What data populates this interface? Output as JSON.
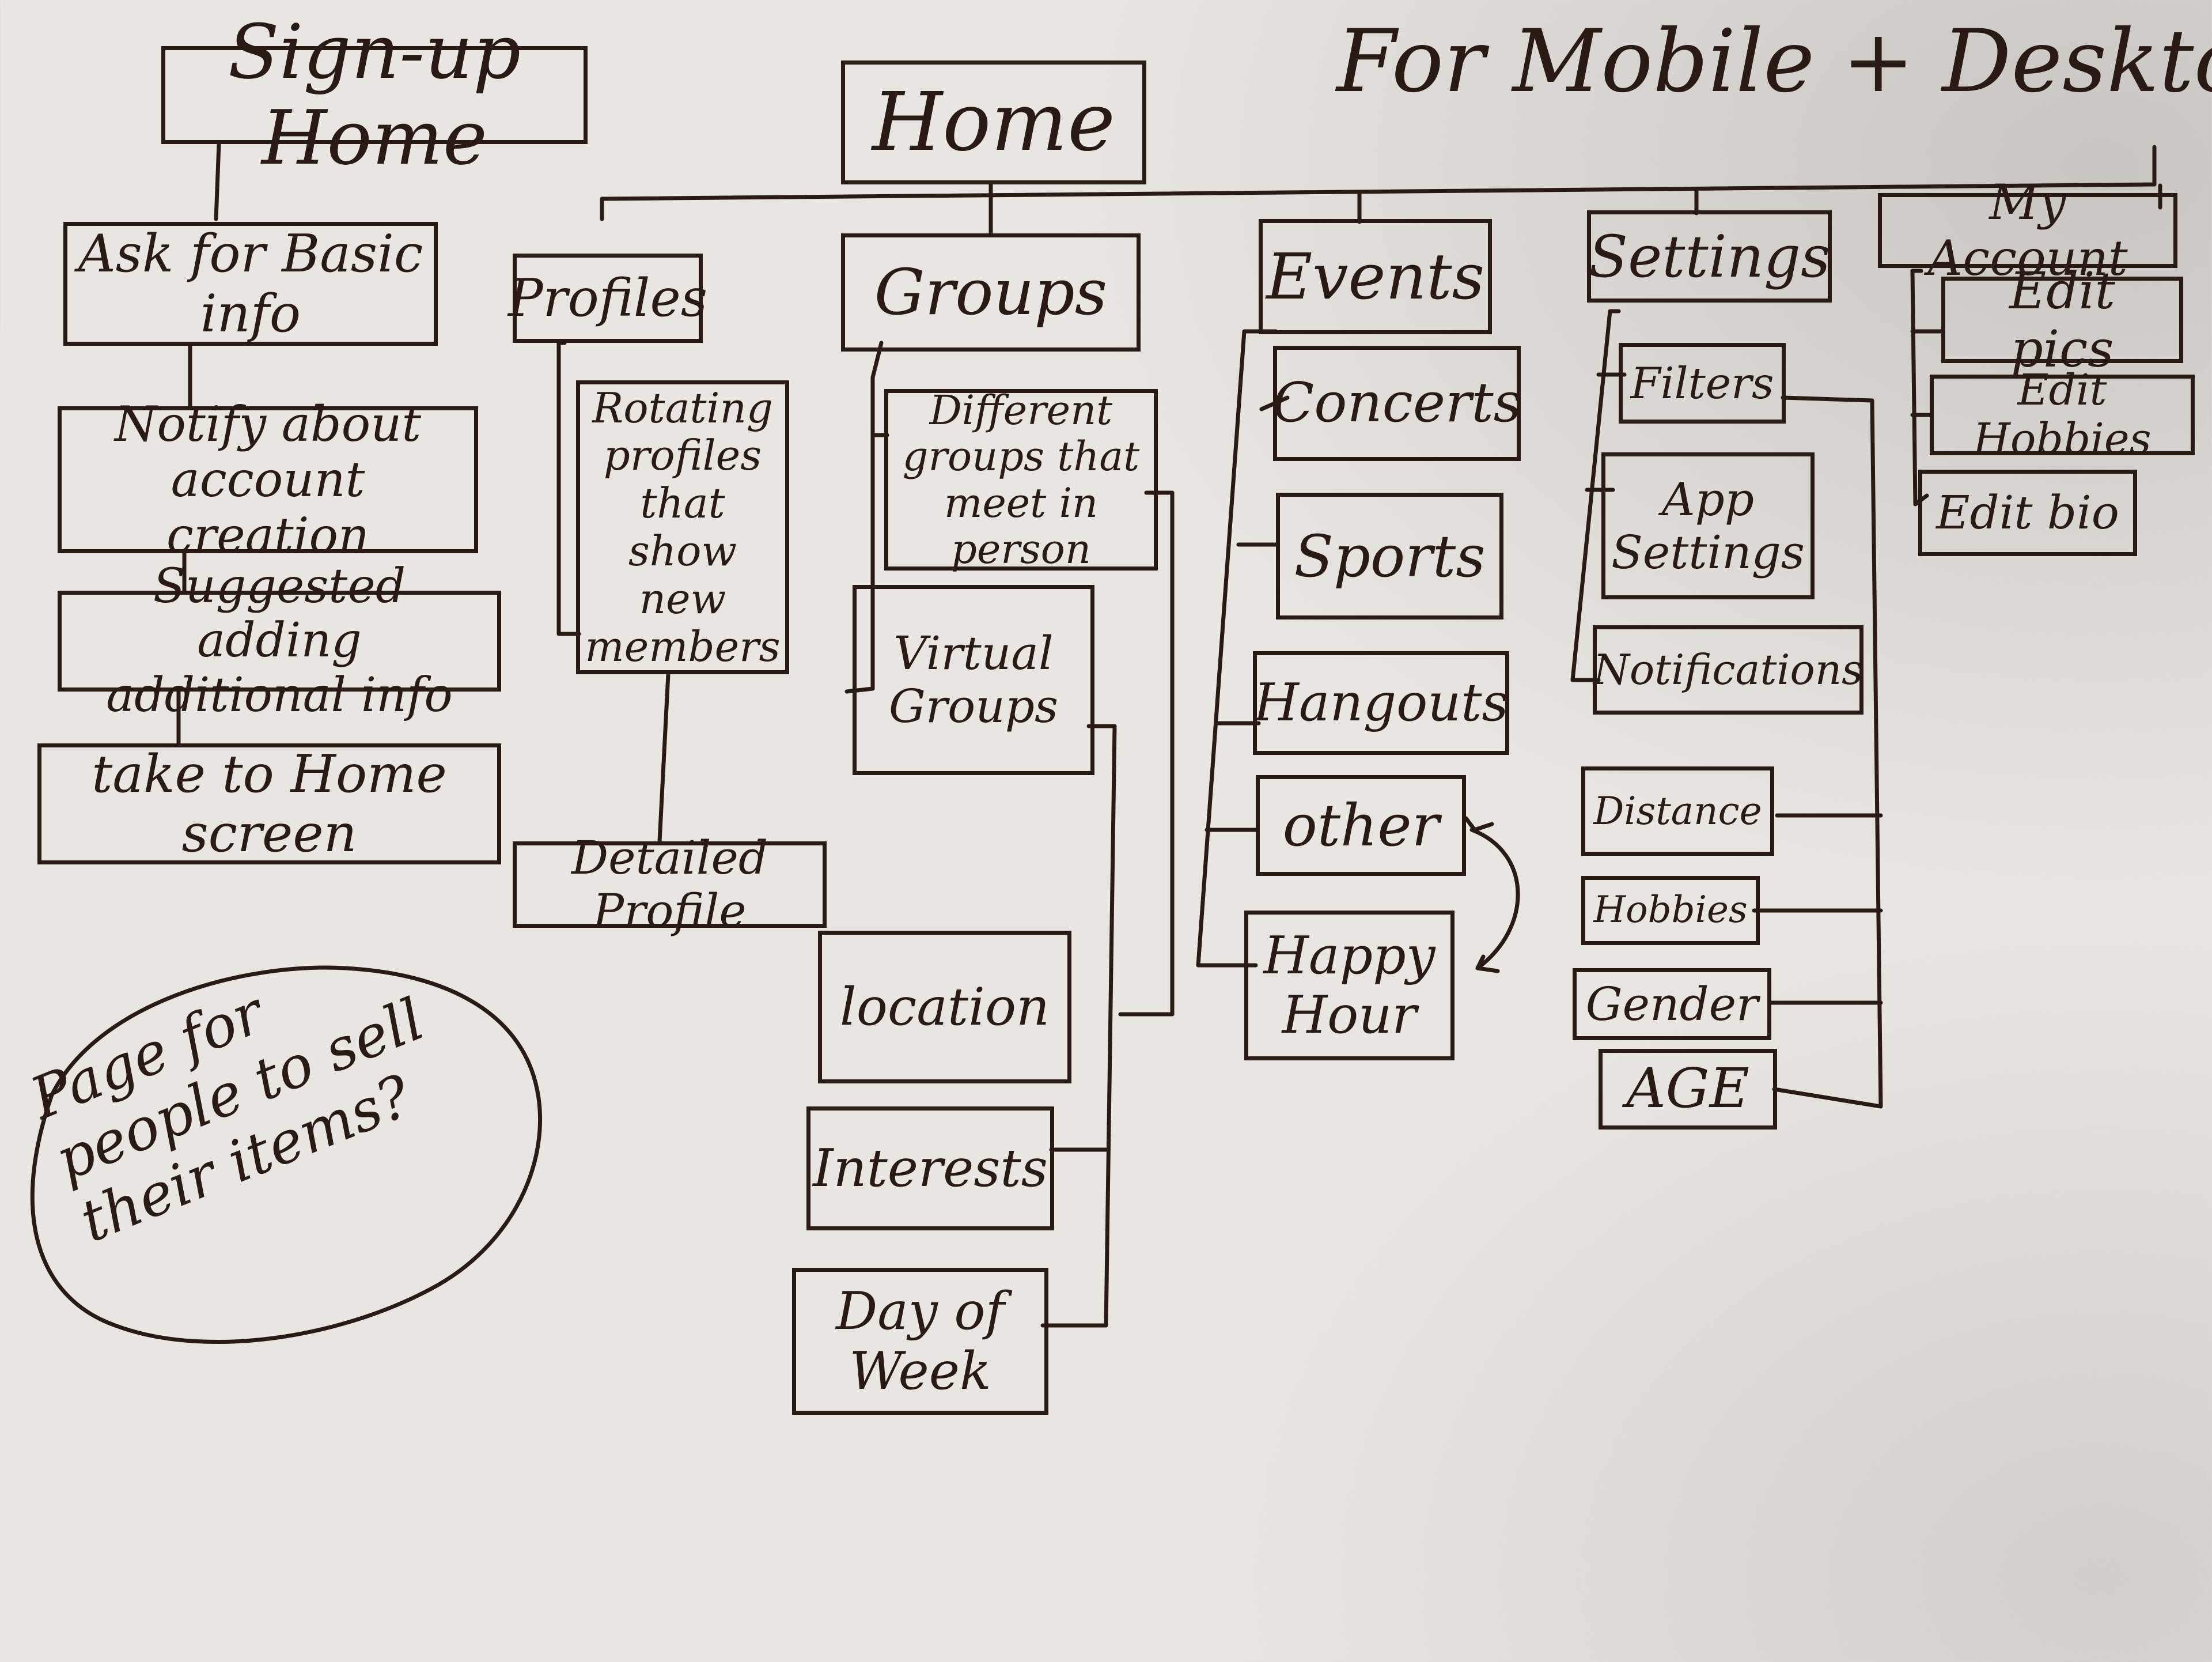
{
  "header": {
    "title": "For Mobile + Desktop"
  },
  "signup": {
    "title": "Sign-up Home",
    "steps": [
      "Ask for Basic info",
      "Notify about account creation",
      "Suggested adding additional info",
      "take to Home screen"
    ]
  },
  "home": {
    "title": "Home"
  },
  "profiles": {
    "title": "Profiles",
    "rotating": "Rotating profiles that show new members",
    "detailed": "Detailed Profile"
  },
  "groups": {
    "title": "Groups",
    "in_person": "Different groups that meet in person",
    "virtual": "Virtual Groups",
    "filters": [
      "location",
      "Interests",
      "Day of Week"
    ]
  },
  "events": {
    "title": "Events",
    "items": [
      "Concerts",
      "Sports",
      "Hangouts",
      "other",
      "Happy Hour"
    ]
  },
  "settings": {
    "title": "Settings",
    "items": [
      "Filters",
      "App Settings",
      "Notifications"
    ],
    "filter_items": [
      "Distance",
      "Hobbies",
      "Gender",
      "AGE"
    ]
  },
  "account": {
    "title": "My Account",
    "items": [
      "Edit pics",
      "Edit Hobbies",
      "Edit bio"
    ]
  },
  "note": {
    "text": "Page for people to sell their items?"
  }
}
